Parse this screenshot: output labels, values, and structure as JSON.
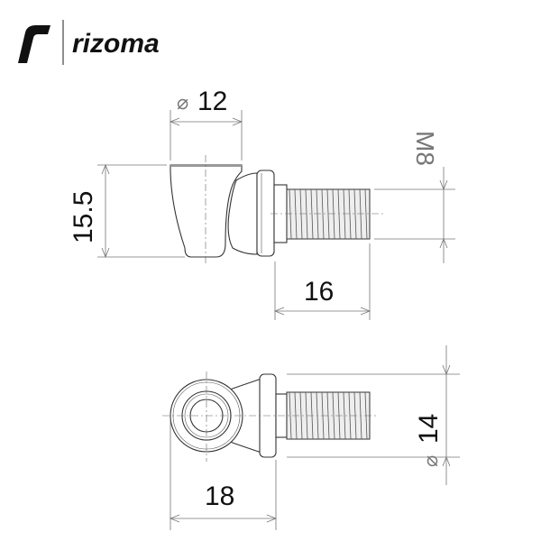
{
  "brand": {
    "name": "rizoma"
  },
  "dimensions": {
    "top_diameter": "12",
    "height": "15.5",
    "thread": "M8",
    "thread_length": "16",
    "flange_diameter": "14",
    "total_width": "18"
  },
  "symbols": {
    "diameter": "⌀"
  },
  "colors": {
    "line": "#333333",
    "dimension": "#777777",
    "text": "#111111"
  }
}
